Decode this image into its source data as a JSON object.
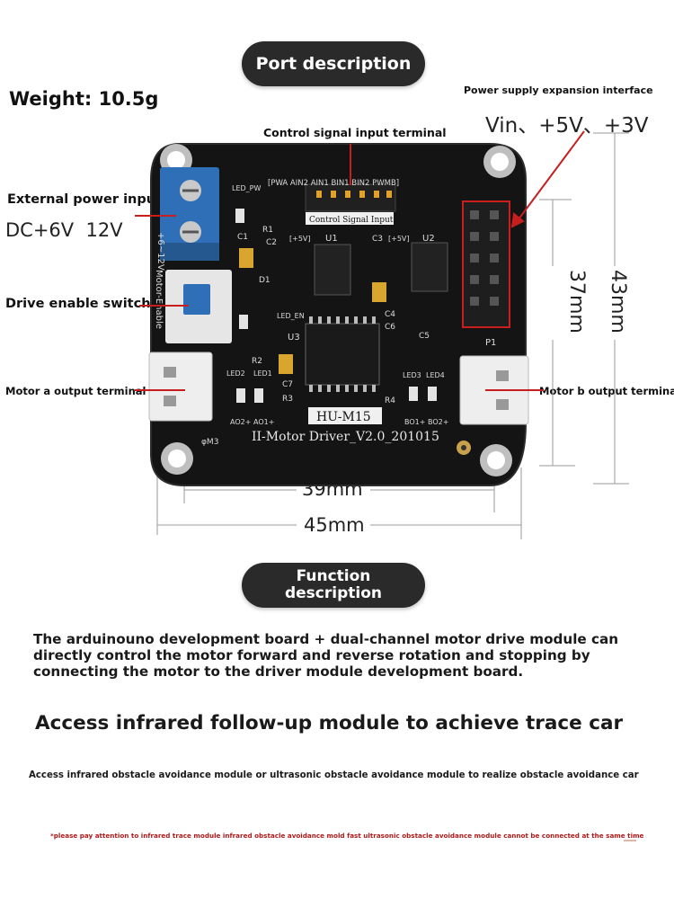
{
  "header": {
    "port_title": "Port description",
    "weight": "Weight: 10.5g"
  },
  "labels": {
    "power_expansion": "Power supply expansion interface",
    "voltage_options": "Vin、+5V、+3V",
    "control_signal": "Control signal input terminal",
    "external_power": "External power input",
    "dc_range": "DC+6V  12V",
    "drive_enable": "Drive enable switch",
    "motor_a": "Motor a output terminal",
    "motor_b": "Motor b output terminal"
  },
  "dimensions": {
    "inner_height": "37mm",
    "outer_height": "43mm",
    "inner_width": "39mm",
    "outer_width": "45mm"
  },
  "board": {
    "model": "HU-M15",
    "name": "II-Motor Driver_V2.0_201015",
    "connector_label": "Control Signal Input",
    "header_label": "[PWA AIN2 AIN1 BIN1 BIN2 PWMB]",
    "silk_p1": "P1",
    "silk_u1": "U1",
    "silk_u2": "U2",
    "silk_u3": "U3",
    "silk_r1": "R1",
    "silk_r2": "R2",
    "silk_r3": "R3",
    "silk_r4": "R4",
    "silk_c1": "C1",
    "silk_c2": "C2",
    "silk_c3": "C3",
    "silk_c4": "C4",
    "silk_c5": "C5",
    "silk_c6": "C6",
    "silk_c7": "C7",
    "silk_d1": "D1",
    "silk_led_pw": "LED_PW",
    "silk_led_en": "LED_EN",
    "silk_led1": "LED1",
    "silk_led2": "LED2",
    "silk_led3": "LED3",
    "silk_led4": "LED4",
    "silk_ao2": "AO2+",
    "silk_ao1": "AO1+",
    "silk_bo1": "BO1+",
    "silk_bo2": "BO2+",
    "silk_5v_a": "[+5V]",
    "silk_5v_b": "[+5V]",
    "silk_side_left": "Motor-Enable",
    "silk_side_vin": "+6~12V",
    "silk_m3": "φM3"
  },
  "function": {
    "title_line1": "Function",
    "title_line2": "description",
    "paragraph": "The arduinouno development board + dual-channel motor drive module can directly control the motor forward and reverse rotation and stopping by connecting the motor to the driver module development board.",
    "headline": "Access infrared follow-up module to achieve trace car",
    "obstacle_note": "Access infrared obstacle avoidance module or ultrasonic obstacle avoidance module to realize obstacle avoidance car",
    "warning": "*please pay attention to infrared trace module infrared obstacle avoidance mold fast ultrasonic obstacle avoidance module cannot be connected at the same time"
  },
  "colors": {
    "pill_bg": "#2a2a2a",
    "pcb": "#141414",
    "terminal_blue": "#2f6fb7",
    "arrow_red": "#c81e1e",
    "warning_red": "#b01818"
  }
}
